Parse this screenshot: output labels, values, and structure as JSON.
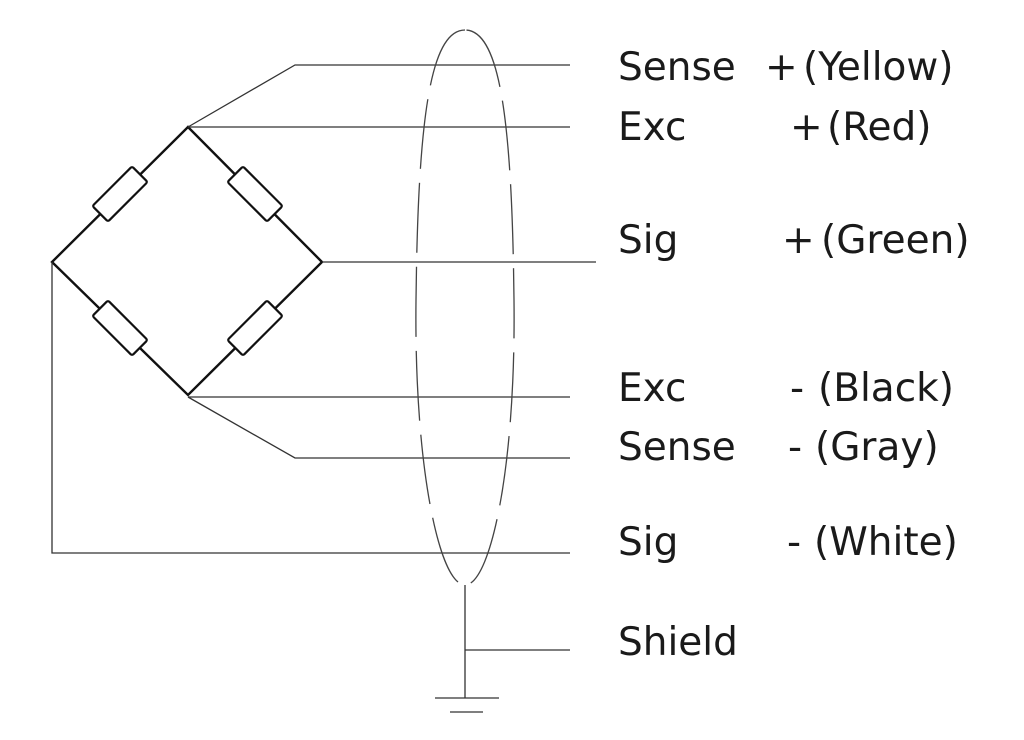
{
  "title": "Load cell wiring: full bridge with 6-wire shielded cable",
  "wires": [
    {
      "name": "Sense",
      "sign": "+",
      "color": "(Yellow)"
    },
    {
      "name": "Exc",
      "sign": "+",
      "color": "(Red)"
    },
    {
      "name": "Sig",
      "sign": "+",
      "color": "(Green)"
    },
    {
      "name": "Exc",
      "sign": "-",
      "color": "(Black)"
    },
    {
      "name": "Sense",
      "sign": "-",
      "color": "(Gray)"
    },
    {
      "name": "Sig",
      "sign": "-",
      "color": "(White)"
    }
  ],
  "shield": {
    "label": "Shield"
  }
}
